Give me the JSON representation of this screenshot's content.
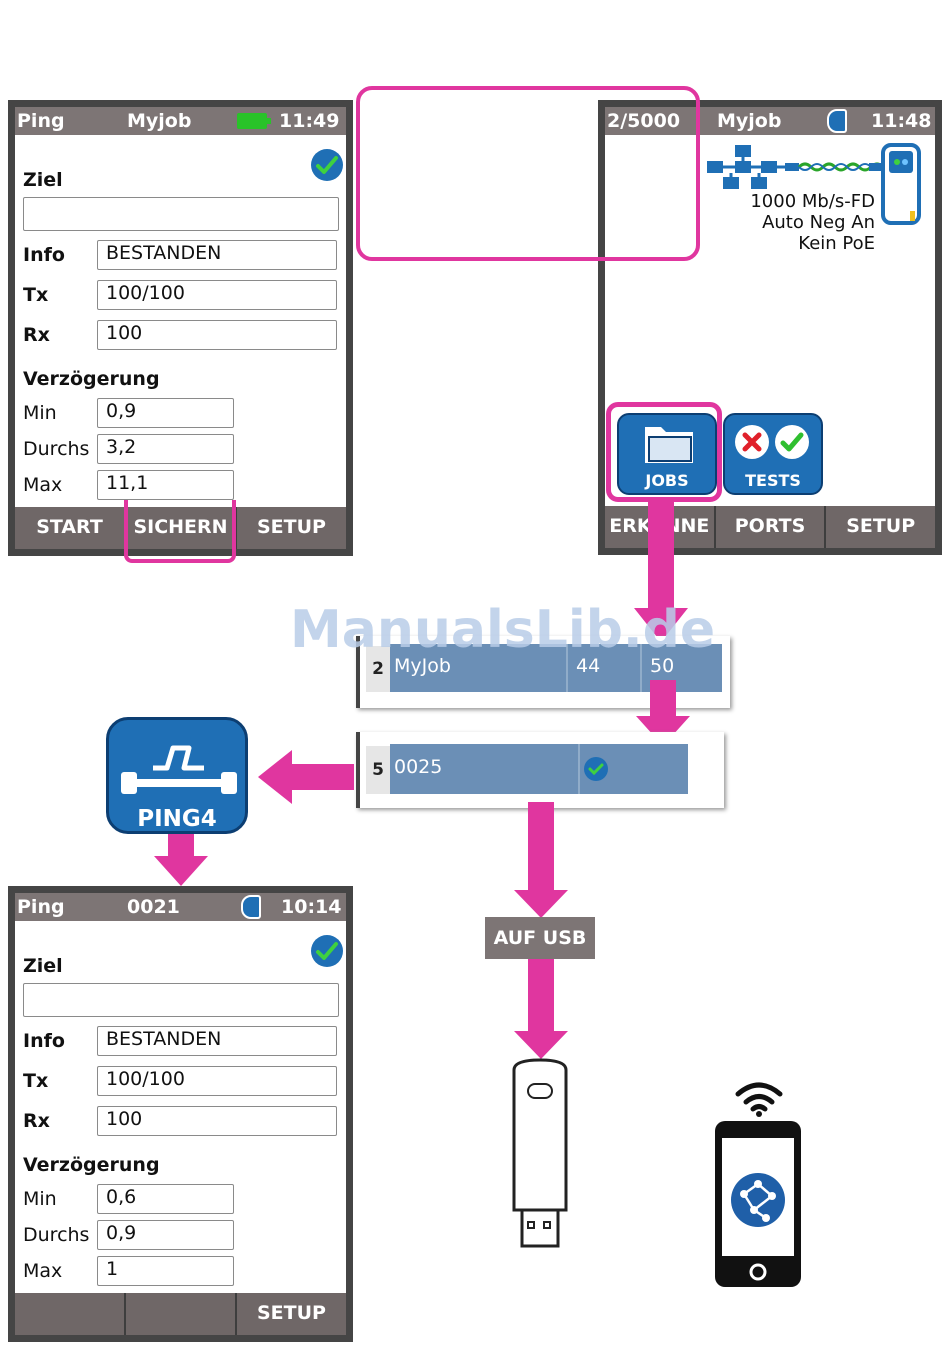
{
  "screen_top_left": {
    "title": "Ping",
    "job": "Myjob",
    "time": "11:49",
    "labels": {
      "target": "Ziel",
      "info": "Info",
      "tx": "Tx",
      "rx": "Rx",
      "delay": "Verzögerung",
      "min": "Min",
      "avg": "Durchs",
      "max": "Max"
    },
    "values": {
      "target": "",
      "info": "BESTANDEN",
      "tx": "100/100",
      "rx": "100",
      "min": "0,9",
      "avg": "3,2",
      "max": "11,1"
    },
    "softkeys": [
      "START",
      "SICHERN",
      "SETUP"
    ]
  },
  "screen_top_right": {
    "count": "2/5000",
    "job": "Myjob",
    "time": "11:48",
    "link": [
      "1000 Mb/s-FD",
      "Auto Neg An",
      "Kein PoE"
    ],
    "apps": {
      "jobs": "JOBS",
      "tests": "TESTS"
    },
    "softkeys": [
      "ERKENNE",
      "PORTS",
      "SETUP"
    ]
  },
  "job_row": {
    "num": "2",
    "name": "MyJob",
    "col1": "44",
    "col2": "50"
  },
  "test_row": {
    "num": "5",
    "name": "0025"
  },
  "ping_app": {
    "label": "PING4"
  },
  "screen_bottom_left": {
    "title": "Ping",
    "job": "0021",
    "time": "10:14",
    "labels": {
      "target": "Ziel",
      "info": "Info",
      "tx": "Tx",
      "rx": "Rx",
      "delay": "Verzögerung",
      "min": "Min",
      "avg": "Durchs",
      "max": "Max"
    },
    "values": {
      "target": "",
      "info": "BESTANDEN",
      "tx": "100/100",
      "rx": "100",
      "min": "0,6",
      "avg": "0,9",
      "max": "1"
    },
    "softkeys": [
      "",
      "",
      "SETUP"
    ]
  },
  "usb_tag": "AUF USB",
  "watermark": "ManualsLib.de",
  "colors": {
    "accent": "#e0369f",
    "titlebar": "#7d7575",
    "softkey": "#6f6767",
    "blue": "#1f6fb5",
    "battery": "#29c329"
  }
}
